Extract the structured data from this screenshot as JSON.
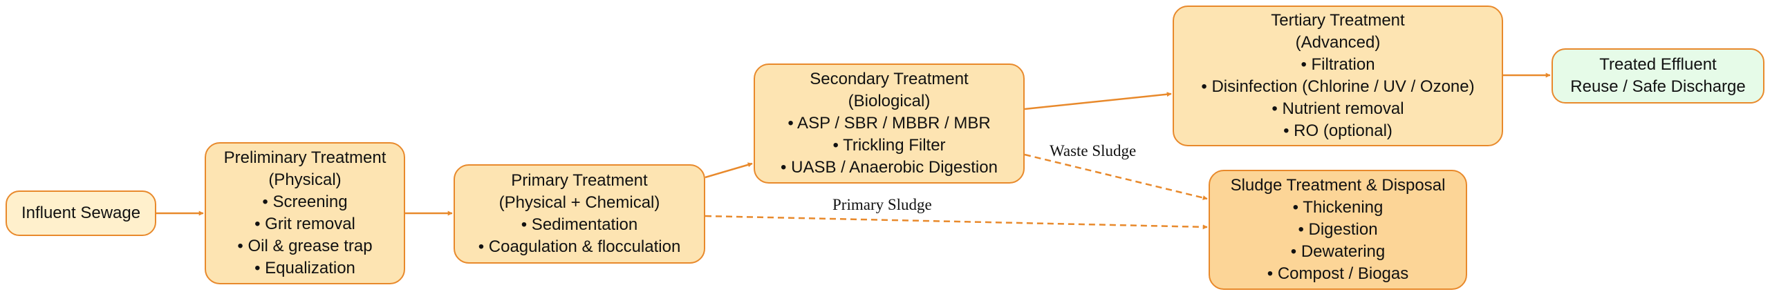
{
  "colors": {
    "stroke": "#e8892b",
    "node_fill": "#fde4b2",
    "influent_fill": "#fff0cc",
    "sludge_fill": "#fcd597",
    "effluent_fill": "#e6fbe8"
  },
  "nodes": {
    "influent": {
      "lines": [
        "Influent Sewage"
      ]
    },
    "preliminary": {
      "lines": [
        "Preliminary Treatment",
        "(Physical)",
        "• Screening",
        "• Grit removal",
        "• Oil & grease trap",
        "• Equalization"
      ]
    },
    "primary": {
      "lines": [
        "Primary Treatment",
        "(Physical + Chemical)",
        "• Sedimentation",
        "• Coagulation & flocculation"
      ]
    },
    "secondary": {
      "lines": [
        "Secondary Treatment",
        "(Biological)",
        "• ASP / SBR / MBBR / MBR",
        "• Trickling Filter",
        "• UASB / Anaerobic Digestion"
      ]
    },
    "tertiary": {
      "lines": [
        "Tertiary Treatment",
        "(Advanced)",
        "• Filtration",
        "• Disinfection (Chlorine / UV / Ozone)",
        "• Nutrient removal",
        "• RO (optional)"
      ]
    },
    "effluent": {
      "lines": [
        "Treated Effluent",
        "Reuse / Safe Discharge"
      ]
    },
    "sludge": {
      "lines": [
        "Sludge Treatment & Disposal",
        "• Thickening",
        "• Digestion",
        "• Dewatering",
        "• Compost / Biogas"
      ]
    }
  },
  "edges": [
    {
      "from": "influent",
      "to": "preliminary",
      "label": ""
    },
    {
      "from": "preliminary",
      "to": "primary",
      "label": ""
    },
    {
      "from": "primary",
      "to": "secondary",
      "label": ""
    },
    {
      "from": "secondary",
      "to": "tertiary",
      "label": ""
    },
    {
      "from": "tertiary",
      "to": "effluent",
      "label": ""
    },
    {
      "from": "secondary",
      "to": "sludge",
      "label": "Waste Sludge",
      "style": "dashed"
    },
    {
      "from": "primary",
      "to": "sludge",
      "label": "Primary Sludge",
      "style": "dashed"
    }
  ]
}
